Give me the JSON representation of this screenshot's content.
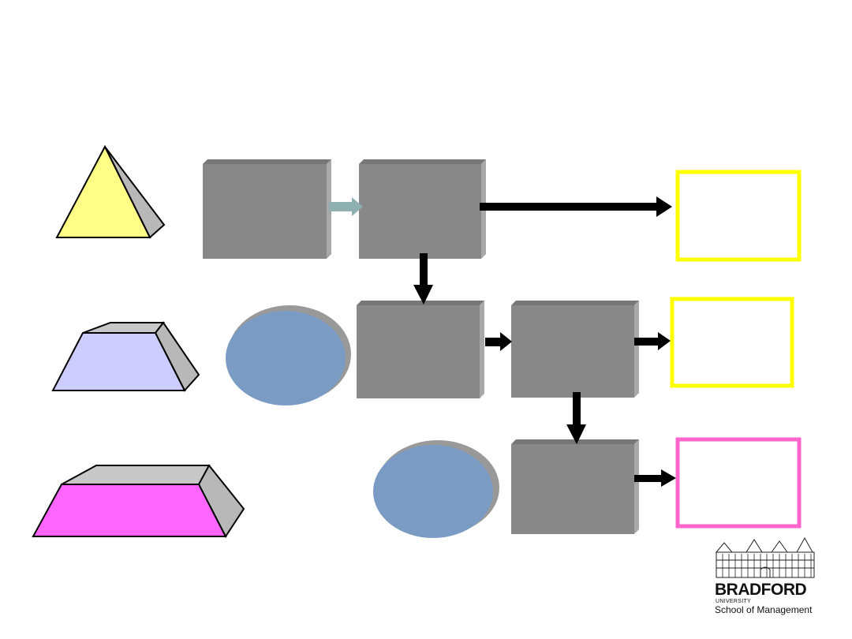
{
  "diagram": {
    "levels": [
      {
        "id": "top",
        "shape": "pyramid",
        "color": "#ffff88"
      },
      {
        "id": "middle",
        "shape": "trapezoid",
        "color": "#ccccff"
      },
      {
        "id": "bottom",
        "shape": "wide-trapezoid",
        "color": "#ff66ff"
      }
    ],
    "colors": {
      "process_box": "#888888",
      "process_box_edge": "#666666",
      "ellipse": "#7a9cc4",
      "output_yellow": "#ffff00",
      "output_pink": "#ff66cc",
      "arrow": "#000000",
      "arrow_light": "#8fb0b0"
    }
  },
  "logo": {
    "wordmark": "BRADFORD",
    "university": "UNIVERSITY",
    "school": "School of Management"
  }
}
